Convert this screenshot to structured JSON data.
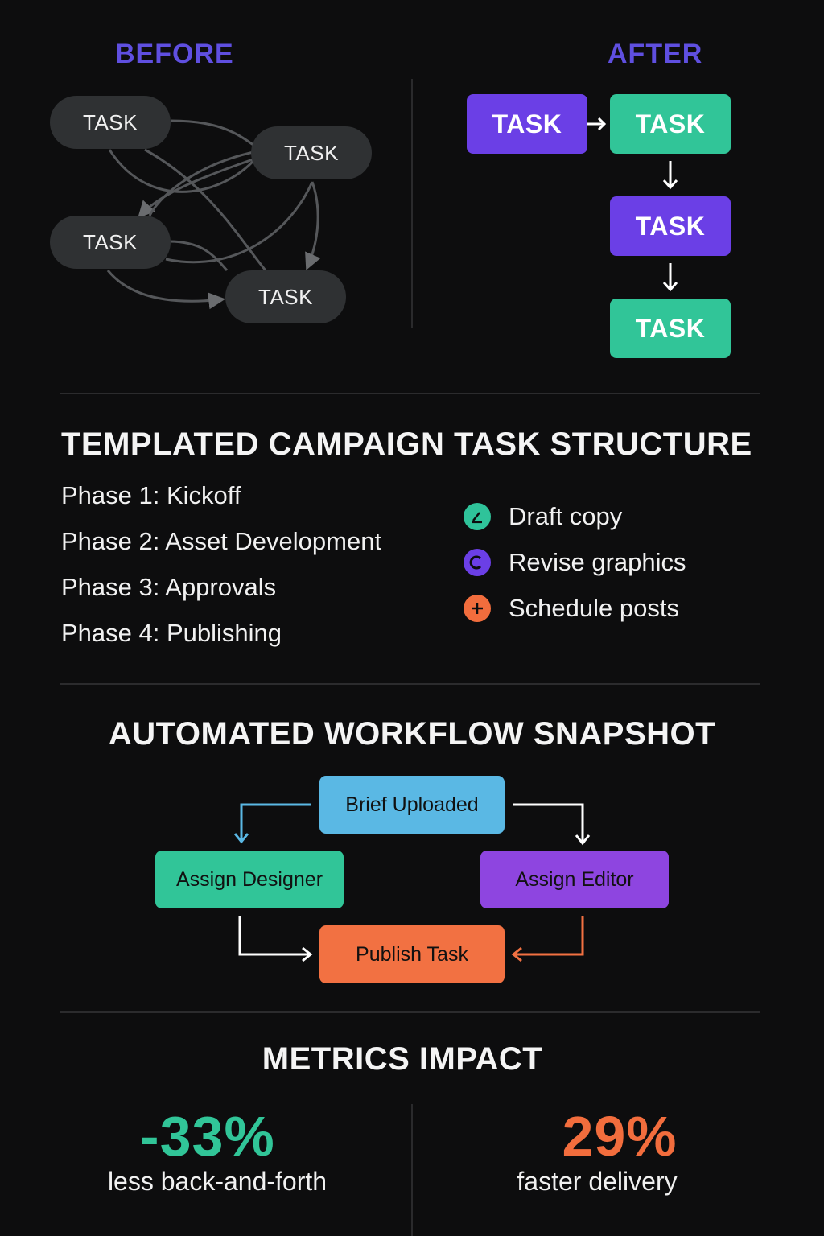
{
  "before": {
    "label": "BEFORE",
    "tasks": [
      "TASK",
      "TASK",
      "TASK",
      "TASK"
    ]
  },
  "after": {
    "label": "AFTER",
    "tasks": [
      "TASK",
      "TASK",
      "TASK",
      "TASK"
    ]
  },
  "templated": {
    "title": "TEMPLATED CAMPAIGN TASK STRUCTURE",
    "phases": [
      "Phase 1: Kickoff",
      "Phase 2: Asset Development",
      "Phase 3: Approvals",
      "Phase 4: Publishing"
    ],
    "checklist": [
      {
        "label": "Draft copy",
        "icon": "edit-icon",
        "color": "#2fc39a"
      },
      {
        "label": "Revise graphics",
        "icon": "revise-icon",
        "color": "#6b3fe6"
      },
      {
        "label": "Schedule posts",
        "icon": "plus-icon",
        "color": "#f26d3d"
      }
    ]
  },
  "workflow": {
    "title": "AUTOMATED WORKFLOW SNAPSHOT",
    "brief": "Brief Uploaded",
    "designer": "Assign Designer",
    "editor": "Assign Editor",
    "publish": "Publish Task",
    "colors": {
      "brief": "#5ab8e4",
      "designer": "#31c598",
      "editor": "#8e45e0",
      "publish": "#f27142"
    }
  },
  "metrics": {
    "title": "METRICS IMPACT",
    "left": {
      "value": "-33%",
      "label": "less back-and-forth",
      "color": "#31c598"
    },
    "right": {
      "value": "29%",
      "label": "faster delivery",
      "color": "#f26d3d"
    }
  }
}
